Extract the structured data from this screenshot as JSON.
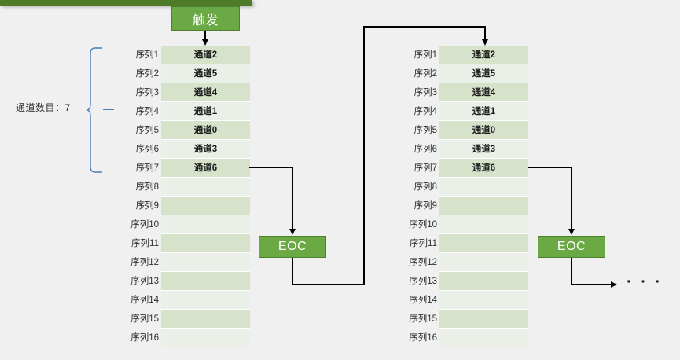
{
  "topbar": {
    "color": "#4f7a28"
  },
  "trigger": {
    "label": "触发"
  },
  "annotation": {
    "channel_count_label": "通道数目：7"
  },
  "eoc": {
    "left_label": "EOC",
    "right_label": "EOC"
  },
  "continuation": {
    "ellipsis": "· · ·"
  },
  "sequence_labels": [
    "序列1",
    "序列2",
    "序列3",
    "序列4",
    "序列5",
    "序列6",
    "序列7",
    "序列8",
    "序列9",
    "序列10",
    "序列11",
    "序列12",
    "序列13",
    "序列14",
    "序列15",
    "序列16"
  ],
  "conversion_tables": [
    {
      "name": "first-conversion-group",
      "values": [
        "通道2",
        "通道5",
        "通道4",
        "通道1",
        "通道0",
        "通道3",
        "通道6",
        "",
        "",
        "",
        "",
        "",
        "",
        "",
        "",
        ""
      ]
    },
    {
      "name": "second-conversion-group",
      "values": [
        "通道2",
        "通道5",
        "通道4",
        "通道1",
        "通道0",
        "通道3",
        "通道6",
        "",
        "",
        "",
        "",
        "",
        "",
        "",
        "",
        ""
      ]
    }
  ],
  "colors": {
    "accent_green": "#6aa944",
    "accent_green_border": "#4e7f2d",
    "row_shade_dark": "#d7e2cb",
    "row_shade_light": "#eaefe7",
    "brace_blue": "#4a7ebb",
    "connector_black": "#000000",
    "background": "#f0f0f0"
  }
}
